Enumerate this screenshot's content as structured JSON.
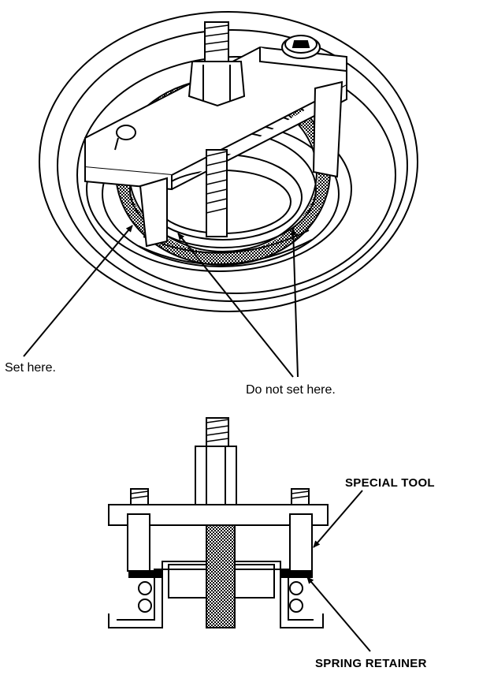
{
  "upper_view": {
    "callouts": {
      "set_here": "Set here.",
      "do_not_set_here": "Do not set here."
    }
  },
  "lower_view": {
    "callouts": {
      "special_tool": "SPECIAL TOOL",
      "spring_retainer": "SPRING RETAINER"
    }
  },
  "colors": {
    "ink": "#000000",
    "paper": "#ffffff"
  }
}
